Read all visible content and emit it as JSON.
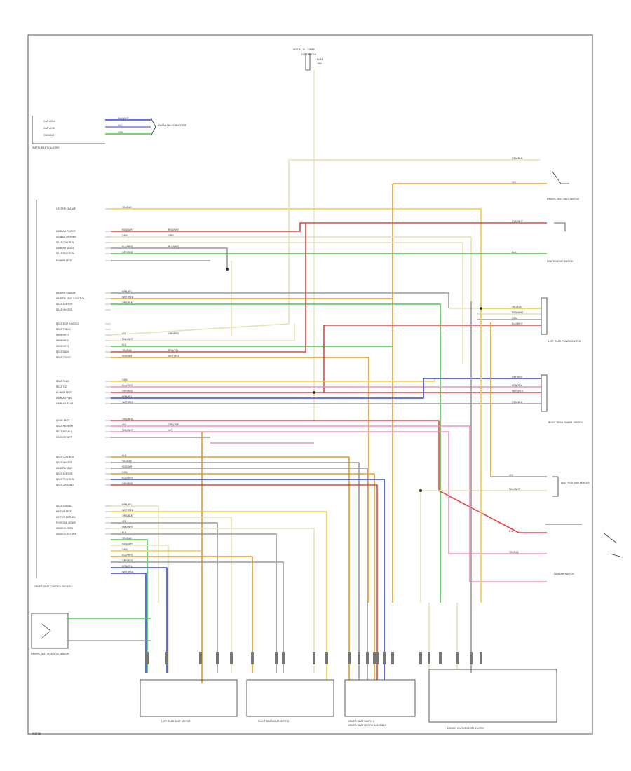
{
  "diagram": {
    "footer_code": "W0746",
    "source": {
      "title": "HOT AT ALL TIMES",
      "sub": "FUSE BLOCK",
      "fuse_a": "FUSE",
      "fuse_b": "15A"
    },
    "left_labels": [
      "SYSTEM ENABLE",
      "LUMBAR POWER",
      "SIGNAL GROUND",
      "SEAT CONTROL",
      "LUMBAR VALVE",
      "SEAT POSITION",
      "POWER FEED",
      "HEATER ENABLE",
      "HEATED SEAT CONTROL",
      "SEAT SENSOR",
      "SEAT HEATER",
      "SEAT BELT SWITCH",
      "SEAT TRACK",
      "MEMORY 1",
      "MEMORY 2",
      "MEMORY 3",
      "SEAT BACK",
      "SEAT FRONT",
      "SEAT REAR",
      "SEAT TILT",
      "POWER SEAT",
      "LUMBAR FWD",
      "LUMBAR REAR",
      "HEAD REST",
      "SEAT MEMORY",
      "SEAT RECALL",
      "MEMORY SET",
      "SEAT CONTROL",
      "SEAT HEATER",
      "HEATED SEAT",
      "SEAT SENSOR",
      "SEAT POSITION",
      "SEAT GROUND",
      "SEAT SIGNAL",
      "MOTOR FEED",
      "MOTOR RETURN",
      "POSITION SENSE",
      "SENSOR FEED",
      "SENSOR RETURN"
    ],
    "labels": {
      "instrument_cluster": "INSTRUMENT CLUSTER",
      "driver_seat_module": "DRIVER SEAT CONTROL MODULE",
      "driver_seat_position": "DRIVER SEAT POSITION SENSOR",
      "cluster_lines": [
        "CAN HIGH",
        "CAN LOW",
        "GROUND"
      ],
      "cluster_connector": "DATA LINK CONNECTOR",
      "right_top_switch": "DRIVER SEAT BELT SWITCH",
      "heated_seat_sw": "HEATED SEAT SWITCH",
      "left_rear_switch": "LEFT REAR POWER SWITCH",
      "right_rear_switch": "RIGHT REAR POWER SWITCH",
      "rear_sensor": "SEAT POSITION SENSOR",
      "lumbar_switch": "LUMBAR SWITCH",
      "left_rear_motor": "LEFT REAR SEAT MOTOR",
      "right_rear_motor": "RIGHT REAR SEAT MOTOR",
      "driver_seat_switch": "DRIVER SEAT SWITCH",
      "driver_seat_assembly": "DRIVER SEAT MOTOR ASSEMBLY",
      "driver_seat_memory": "DRIVER SEAT MEMORY SWITCH"
    },
    "wire_colors": {
      "yellow": "#f2cf3a",
      "red": "#f04040",
      "orange": "#e89a22",
      "green": "#44cc44",
      "blue": "#3344ee",
      "gray": "#9a9a9a",
      "pink": "#f48fc0",
      "light": "#e7e2b6",
      "black": "#333333"
    },
    "wire_codes": {
      "yel": "YEL/BLK",
      "red": "RED/WHT",
      "grn": "GRN",
      "blu": "BLU/WHT",
      "gry": "GRY/RED",
      "brn": "BRN/YEL",
      "wht": "WHT/RED",
      "org": "ORN/BLK",
      "vio": "VIO",
      "pnk": "PNK/WHT",
      "blk": "BLK"
    }
  }
}
